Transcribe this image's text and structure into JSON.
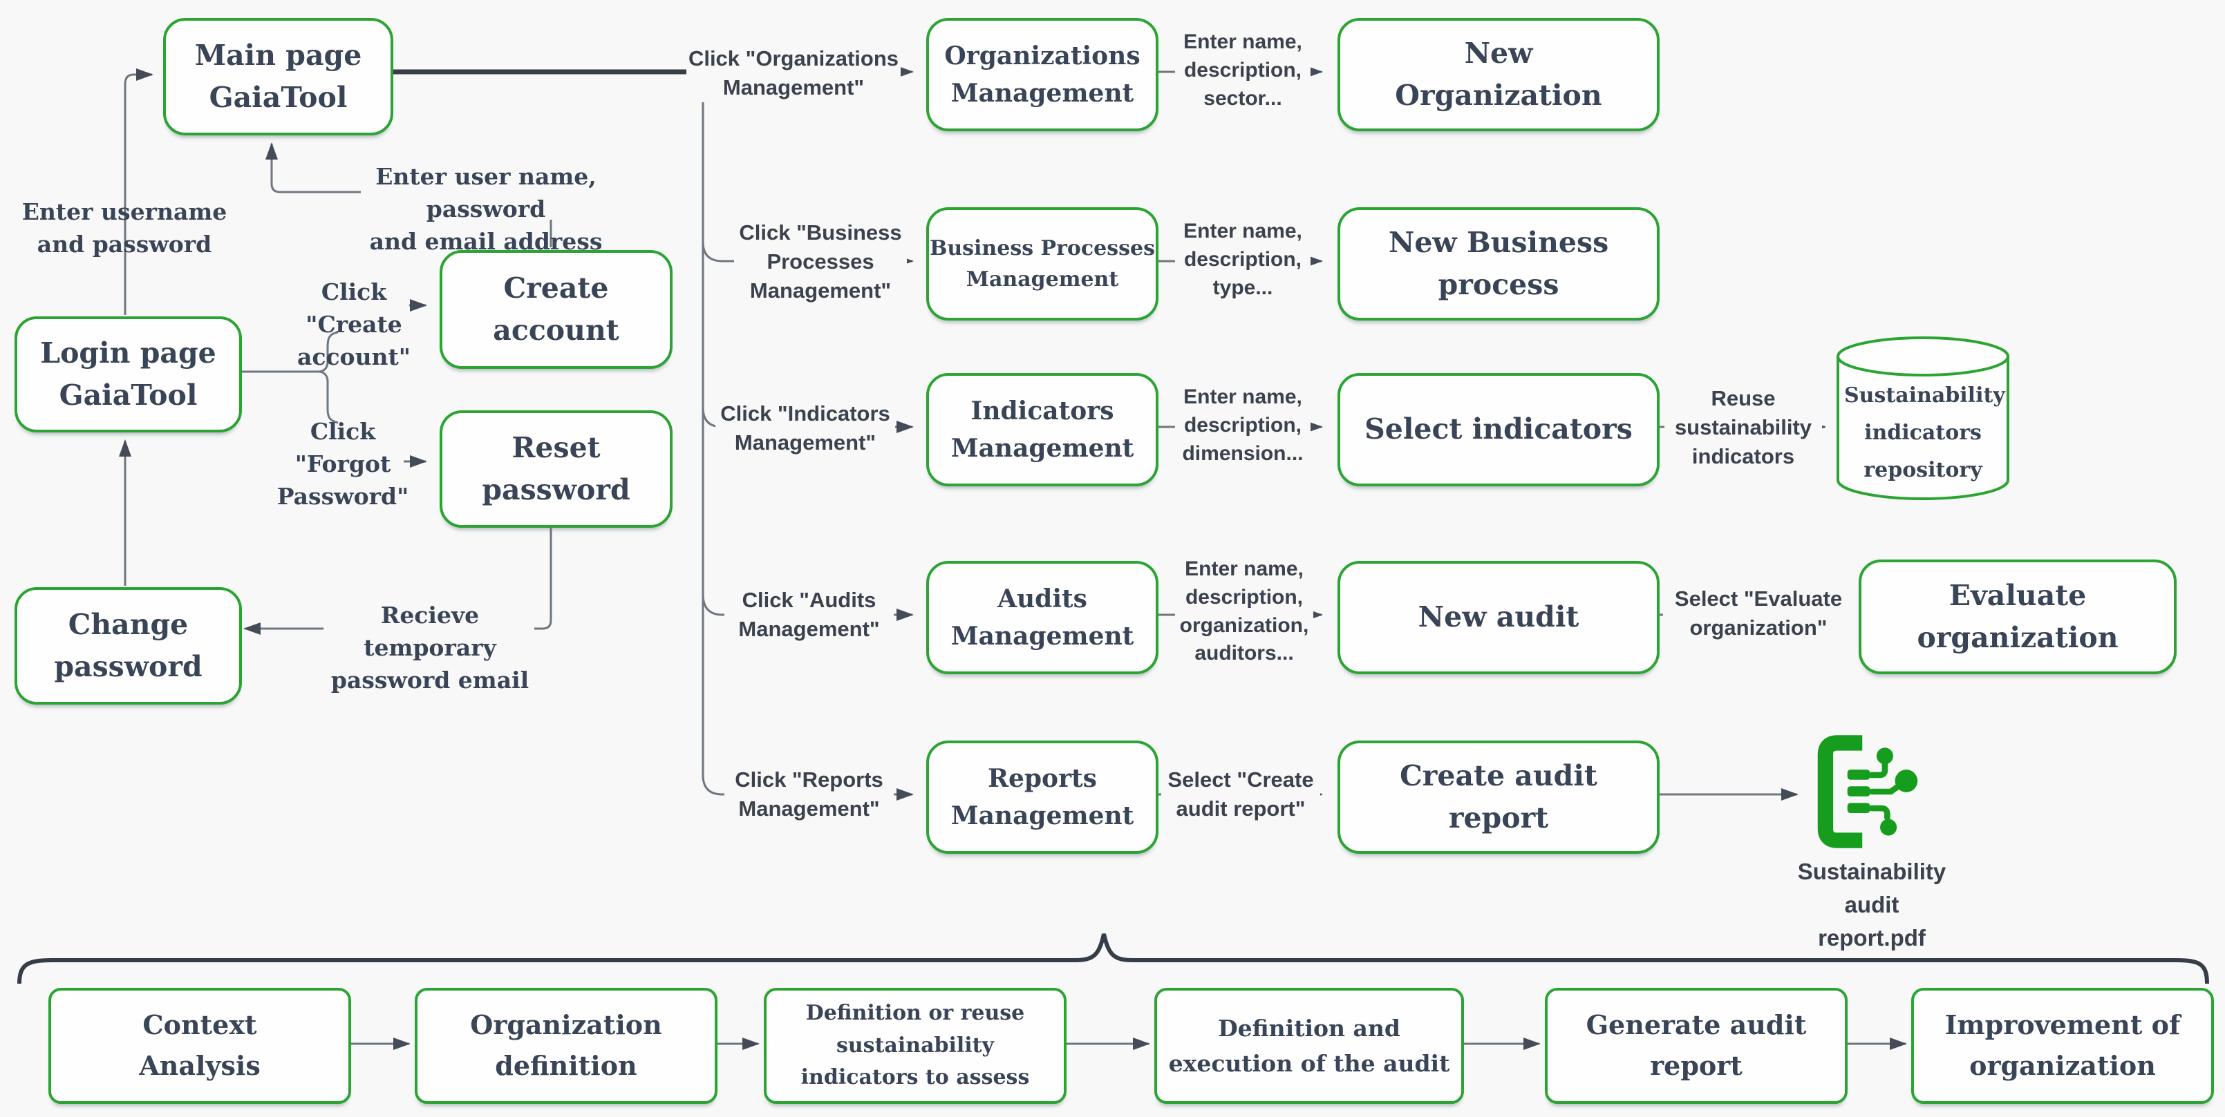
{
  "colors": {
    "node_border_green": "#2ca433",
    "icon_green": "#169d1d",
    "node_text": "#3a4457",
    "sans_label_text": "#3b414d",
    "line_gray": "#6f7680",
    "thick_line": "#363d47",
    "background": "#f7f8f7"
  },
  "icons": {
    "report_file": "document-circuit-icon",
    "repository": "database-cylinder-shape"
  },
  "login_flow": {
    "nodes": {
      "main_page": {
        "lines": [
          "Main page",
          "GaiaTool"
        ]
      },
      "login_page": {
        "lines": [
          "Login page",
          "GaiaTool"
        ]
      },
      "create_account": {
        "lines": [
          "Create",
          "account"
        ]
      },
      "reset_password": {
        "lines": [
          "Reset",
          "password"
        ]
      },
      "change_password": {
        "lines": [
          "Change",
          "password"
        ]
      }
    },
    "edge_labels": {
      "enter_username": {
        "lines": [
          "Enter username",
          "and password"
        ]
      },
      "enter_user_name_email": {
        "lines": [
          "Enter user name, password",
          "and email address"
        ]
      },
      "click_create_account": {
        "lines": [
          "Click \"Create",
          "account\""
        ]
      },
      "click_forgot_password": {
        "lines": [
          "Click \"Forgot",
          "Password\""
        ]
      },
      "receive_temp_email": {
        "lines": [
          "Recieve temporary",
          "password email"
        ]
      }
    }
  },
  "management": {
    "organizations": {
      "click_label": {
        "lines": [
          "Click \"Organizations",
          "Management\""
        ]
      },
      "module": {
        "lines": [
          "Organizations",
          "Management"
        ]
      },
      "input_label": {
        "lines": [
          "Enter name,",
          "description,",
          "sector..."
        ]
      },
      "result": {
        "lines": [
          "New",
          "Organization"
        ]
      }
    },
    "business_processes": {
      "click_label": {
        "lines": [
          "Click \"Business",
          "Processes",
          "Management\""
        ]
      },
      "module": {
        "lines": [
          "Business Processes",
          "Management"
        ]
      },
      "input_label": {
        "lines": [
          "Enter name,",
          "description,",
          "type..."
        ]
      },
      "result": {
        "lines": [
          "New Business",
          "process"
        ]
      }
    },
    "indicators": {
      "click_label": {
        "lines": [
          "Click \"Indicators",
          "Management\""
        ]
      },
      "module": {
        "lines": [
          "Indicators",
          "Management"
        ]
      },
      "input_label": {
        "lines": [
          "Enter name,",
          "description,",
          "dimension..."
        ]
      },
      "result": {
        "lines": [
          "Select indicators"
        ]
      },
      "reuse_label": {
        "lines": [
          "Reuse",
          "sustainability",
          "indicators"
        ]
      },
      "repository": {
        "lines": [
          "Sustainability",
          "indicators",
          "repository"
        ]
      }
    },
    "audits": {
      "click_label": {
        "lines": [
          "Click \"Audits",
          "Management\""
        ]
      },
      "module": {
        "lines": [
          "Audits",
          "Management"
        ]
      },
      "input_label": {
        "lines": [
          "Enter name,",
          "description,",
          "organization,",
          "auditors..."
        ]
      },
      "result": {
        "lines": [
          "New audit"
        ]
      },
      "select_label": {
        "lines": [
          "Select \"Evaluate",
          "organization\""
        ]
      },
      "evaluate": {
        "lines": [
          "Evaluate",
          "organization"
        ]
      }
    },
    "reports": {
      "click_label": {
        "lines": [
          "Click \"Reports",
          "Management\""
        ]
      },
      "module": {
        "lines": [
          "Reports",
          "Management"
        ]
      },
      "select_label": {
        "lines": [
          "Select \"Create",
          "audit report\""
        ]
      },
      "result": {
        "lines": [
          "Create audit",
          "report"
        ]
      },
      "output_file": {
        "lines": [
          "Sustainability",
          "audit",
          "report.pdf"
        ]
      }
    }
  },
  "phases": [
    {
      "lines": [
        "Context",
        "Analysis"
      ]
    },
    {
      "lines": [
        "Organization",
        "definition"
      ]
    },
    {
      "lines": [
        "Definition or reuse",
        "sustainability",
        "indicators to assess"
      ]
    },
    {
      "lines": [
        "Definition and",
        "execution of the audit"
      ]
    },
    {
      "lines": [
        "Generate audit",
        "report"
      ]
    },
    {
      "lines": [
        "Improvement of",
        "organization"
      ]
    }
  ]
}
